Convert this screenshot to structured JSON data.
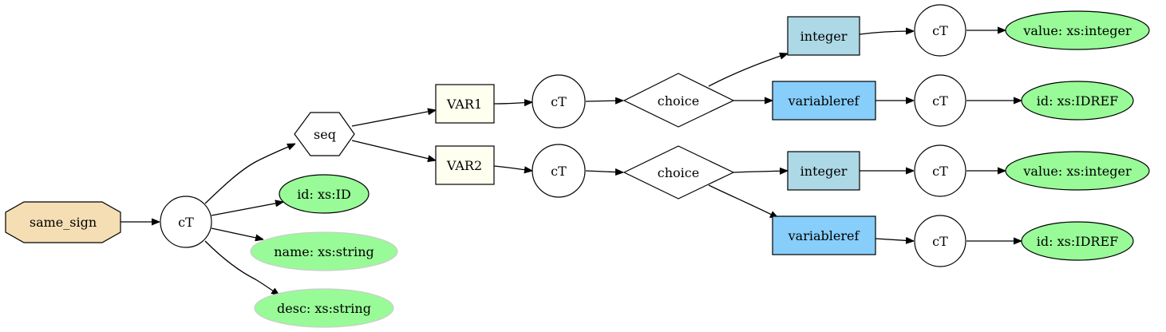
{
  "diagram": {
    "root": {
      "label": "same_sign",
      "fill": "#f5deb3"
    },
    "root_ct": {
      "label": "cT"
    },
    "seq": {
      "label": "seq"
    },
    "attributes": [
      {
        "label": "id: xs:ID",
        "fill": "#98fb98",
        "stroke": "#000000"
      },
      {
        "label": "name: xs:string",
        "fill": "#98fb98",
        "stroke": "#cccccc"
      },
      {
        "label": "desc: xs:string",
        "fill": "#98fb98",
        "stroke": "#cccccc"
      }
    ],
    "variables": [
      {
        "label": "VAR1",
        "fill": "#fffff0",
        "ct": "cT",
        "choice": "choice",
        "options": [
          {
            "label": "integer",
            "fill": "#add8e6",
            "ct": "cT",
            "attr": "value: xs:integer"
          },
          {
            "label": "variableref",
            "fill": "#87cefa",
            "ct": "cT",
            "attr": "id: xs:IDREF"
          }
        ]
      },
      {
        "label": "VAR2",
        "fill": "#fffff0",
        "ct": "cT",
        "choice": "choice",
        "options": [
          {
            "label": "integer",
            "fill": "#add8e6",
            "ct": "cT",
            "attr": "value: xs:integer"
          },
          {
            "label": "variableref",
            "fill": "#87cefa",
            "ct": "cT",
            "attr": "id: xs:IDREF"
          }
        ]
      }
    ],
    "attr_fill": "#98fb98"
  }
}
